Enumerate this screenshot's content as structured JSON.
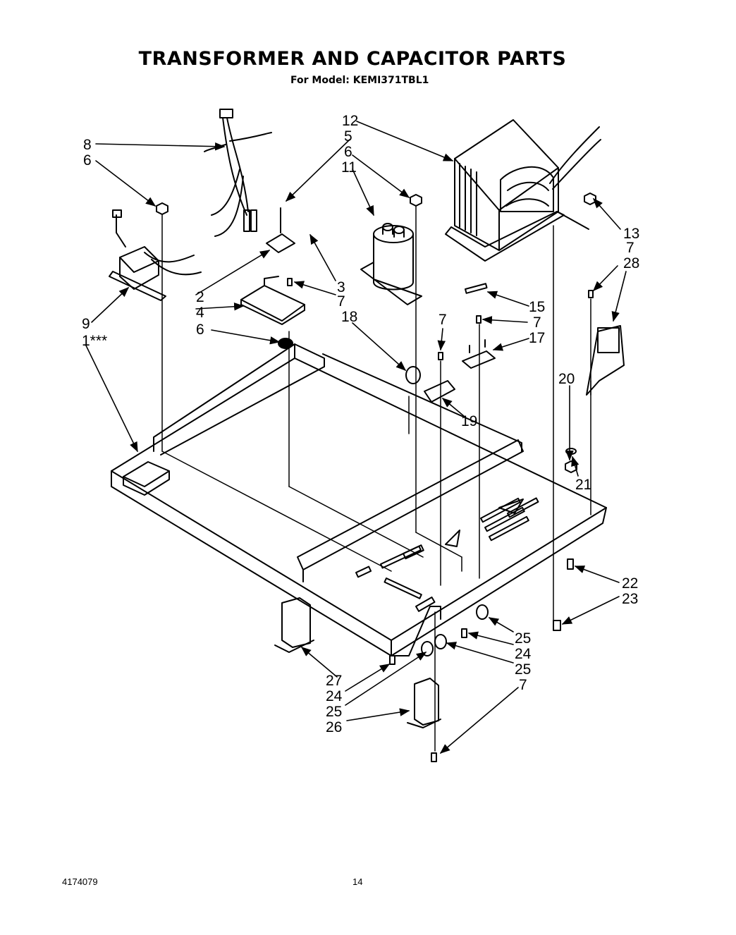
{
  "header": {
    "title": "TRANSFORMER AND CAPACITOR PARTS",
    "subtitle": "For Model: KEMI371TBL1"
  },
  "callouts": {
    "c8": "8",
    "c6a": "6",
    "c12": "12",
    "c5": "5",
    "c6b": "6",
    "c11": "11",
    "c13": "13",
    "c7a": "7",
    "c28": "28",
    "c2": "2",
    "c3": "3",
    "c7b": "7",
    "c4": "4",
    "c6c": "6",
    "c15": "15",
    "c9": "9",
    "c1": "1***",
    "c18": "18",
    "c7c": "7",
    "c7d": "7",
    "c17": "17",
    "c20": "20",
    "c19": "19",
    "c21": "21",
    "c22": "22",
    "c23": "23",
    "c25a": "25",
    "c24a": "24",
    "c25b": "25",
    "c27": "27",
    "c24b": "24",
    "c25c": "25",
    "c26": "26",
    "c7e": "7"
  },
  "footer": {
    "doc_number": "4174079",
    "page_number": "14"
  }
}
